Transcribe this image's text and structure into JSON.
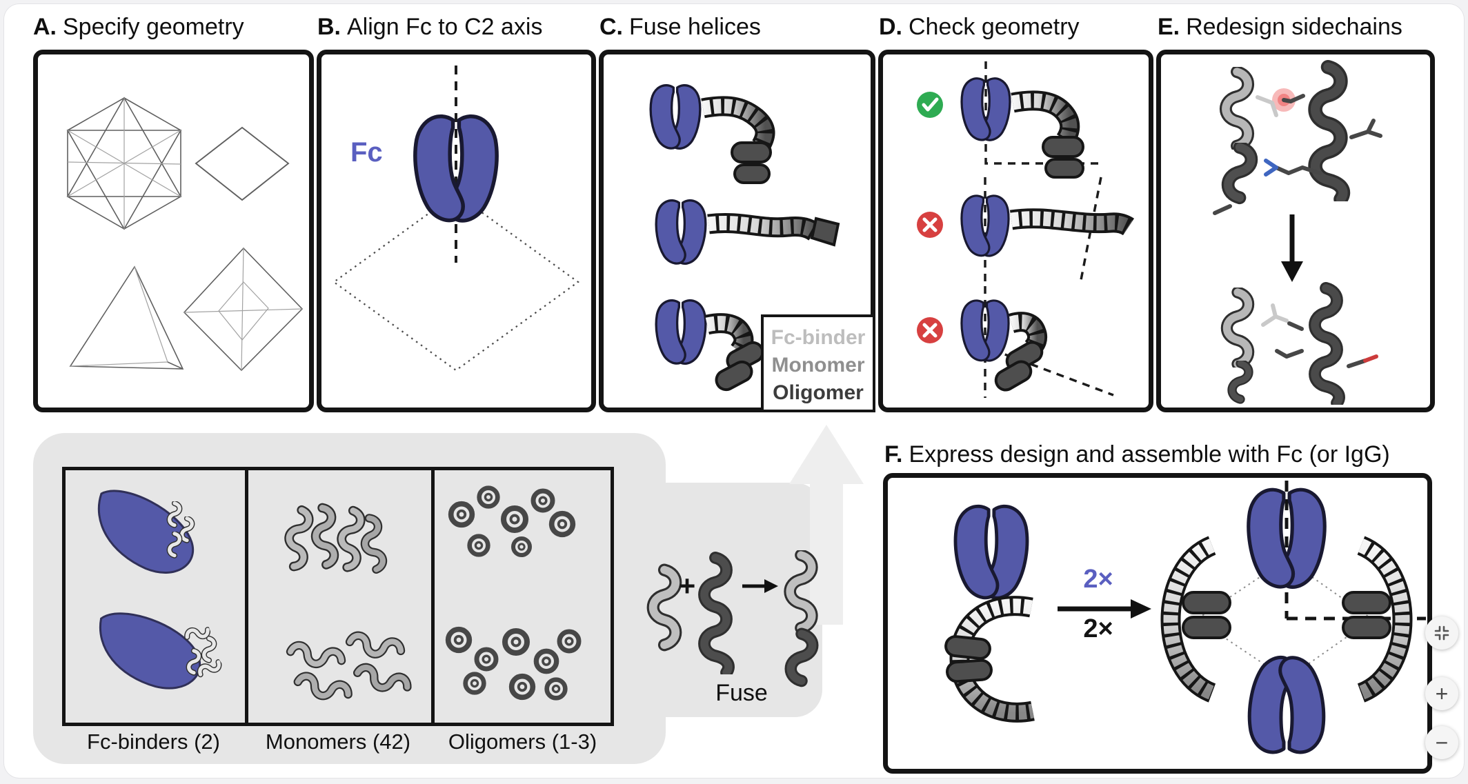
{
  "panels": {
    "a": {
      "letter": "A.",
      "title": "Specify geometry"
    },
    "b": {
      "letter": "B.",
      "title": "Align Fc to C2 axis",
      "fc_label": "Fc"
    },
    "c": {
      "letter": "C.",
      "title": "Fuse helices",
      "legend": {
        "fc_binder": "Fc-binder",
        "monomer": "Monomer",
        "oligomer": "Oligomer"
      }
    },
    "d": {
      "letter": "D.",
      "title": "Check geometry"
    },
    "e": {
      "letter": "E.",
      "title": "Redesign sidechains"
    },
    "f": {
      "letter": "F.",
      "title": "Express design and assemble with Fc (or IgG)",
      "multiplier_top": "2×",
      "multiplier_bottom": "2×"
    }
  },
  "library": {
    "columns": [
      {
        "label": "Fc-binders (2)"
      },
      {
        "label": "Monomers (42)"
      },
      {
        "label": "Oligomers (1-3)"
      }
    ],
    "plus_sign": "+",
    "fuse_label": "Fuse"
  },
  "controls": {
    "zoom_in_label": "+",
    "zoom_out_label": "−"
  },
  "colors": {
    "fc_blue": "#5459a8",
    "accent_blue": "#5a5fc0",
    "check_green": "#2eab52",
    "cross_red": "#d74040",
    "panel_gray": "#e6e6e6"
  }
}
